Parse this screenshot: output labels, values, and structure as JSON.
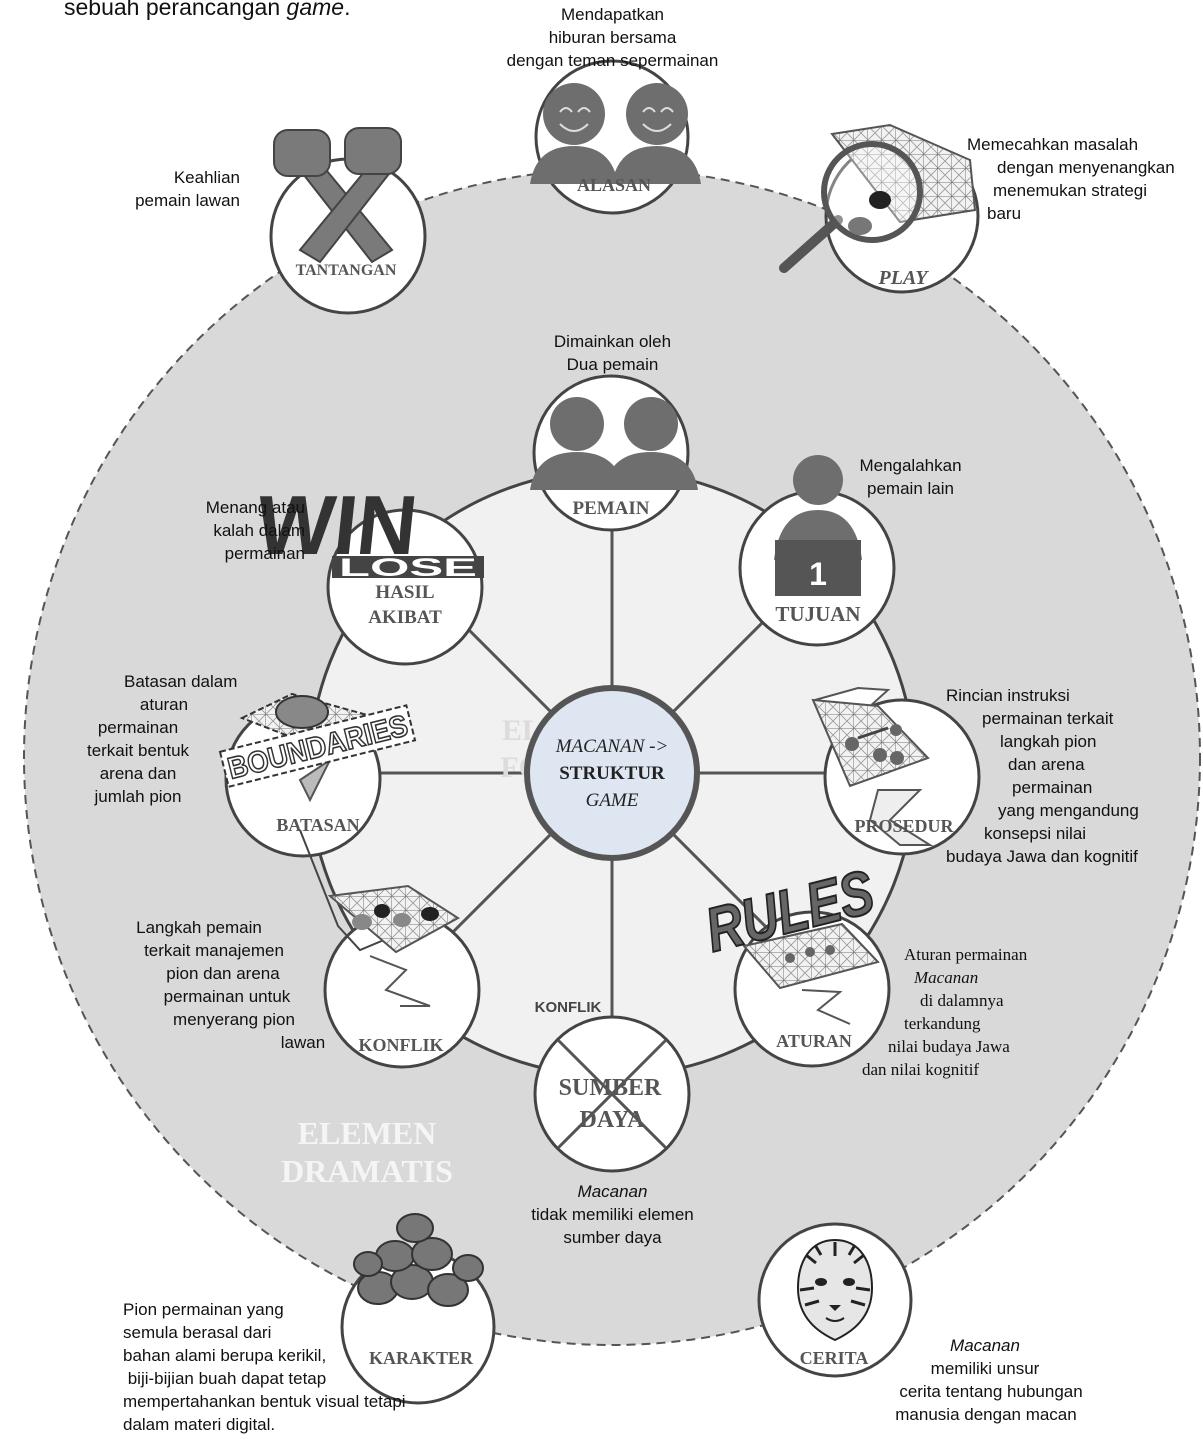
{
  "caption": {
    "text": "sebuah perancangan ",
    "italic": "game",
    "end": "."
  },
  "center_node": {
    "line1": "MACANAN ->",
    "line2": "STRUKTUR",
    "line3": "GAME"
  },
  "formal_label": {
    "line1": "ELEMEN",
    "line2": "FORMAL"
  },
  "dramatic_label": {
    "line1": "ELEMEN",
    "line2": "DRAMATIS"
  },
  "konflik_small": "KONFLIK",
  "icon_text": {
    "win": "WIN",
    "lose": "LOSE",
    "rules": "RULES",
    "boundaries": "BOUNDARIES",
    "one": "1"
  },
  "nodes": {
    "alasan": "ALASAN",
    "play": "PLAY",
    "tantangan": "TANTANGAN",
    "pemain": "PEMAIN",
    "tujuan": "TUJUAN",
    "hasil_akibat": {
      "line1": "HASIL",
      "line2": "AKIBAT"
    },
    "batasan": "BATASAN",
    "prosedur": "PROSEDUR",
    "konflik": "KONFLIK",
    "aturan": "ATURAN",
    "sumber_daya": {
      "line1": "SUMBER",
      "line2": "DAYA"
    },
    "karakter": "KARAKTER",
    "cerita": "CERITA"
  },
  "annotations": {
    "alasan": [
      "Mendapatkan",
      "hiburan bersama",
      "dengan teman sepermainan"
    ],
    "play": [
      "Memecahkan masalah",
      "dengan menyenangkan",
      "menemukan strategi",
      "baru"
    ],
    "tantangan": [
      "Keahlian",
      "pemain lawan"
    ],
    "pemain": [
      "Dimainkan oleh",
      "Dua pemain"
    ],
    "tujuan": [
      "Mengalahkan",
      "pemain lain"
    ],
    "hasil_akibat": [
      "Menang atau",
      "kalah dalam",
      "permainan"
    ],
    "batasan": [
      "Batasan dalam",
      "aturan",
      "permainan",
      "terkait bentuk",
      "arena dan",
      "jumlah pion"
    ],
    "prosedur": [
      "Rincian instruksi",
      "permainan terkait",
      "langkah pion",
      "dan arena",
      "permainan",
      "yang mengandung",
      "konsepsi nilai",
      "budaya Jawa dan kognitif"
    ],
    "konflik": [
      "Langkah pemain",
      "terkait manajemen",
      "pion dan arena",
      "permainan untuk",
      "menyerang pion",
      "lawan"
    ],
    "aturan": [
      "Aturan permainan",
      "Macanan",
      "di dalamnya",
      "terkandung",
      "nilai budaya Jawa",
      "dan nilai kognitif"
    ],
    "sumber_daya": [
      "Macanan",
      "tidak memiliki elemen",
      "sumber daya"
    ],
    "karakter": [
      "Pion permainan yang",
      "semula berasal dari",
      "bahan alami berupa kerikil,",
      " biji-bijian buah dapat tetap",
      "mempertahankan bentuk visual tetapi",
      "dalam materi digital."
    ],
    "cerita": [
      "Macanan",
      "memiliki unsur",
      "cerita tentang hubungan",
      "manusia dengan macan"
    ]
  }
}
